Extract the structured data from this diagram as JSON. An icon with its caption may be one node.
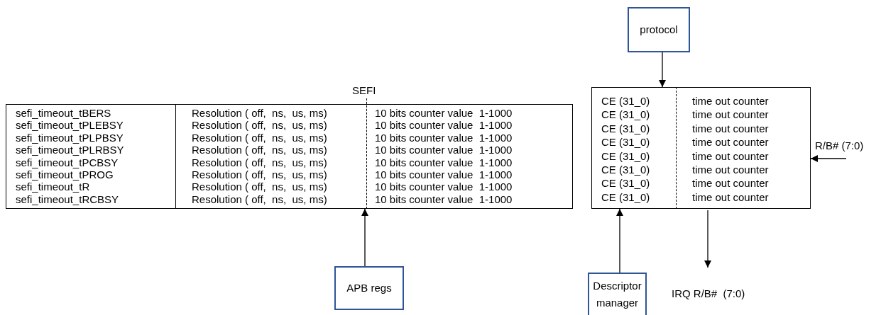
{
  "diagram": {
    "nodes": [
      {
        "text": [
          "protocol"
        ]
      },
      {
        "text": [
          "SEFI",
          "sefi_timeout_tBERS",
          "Resolution ( off,  ns,  us, ms)",
          "10 bits counter value  1-1000",
          "sefi_timeout_tPLEBSY",
          "Resolution ( off,  ns,  us, ms)",
          "10 bits counter value  1-1000",
          "sefi_timeout_tPLPBSY",
          "Resolution ( off,  ns,  us, ms)",
          "10 bits counter value  1-1000",
          "sefi_timeout_tPLRBSY",
          "Resolution ( off,  ns,  us, ms)",
          "10 bits counter value  1-1000",
          "sefi_timeout_tPCBSY",
          "Resolution ( off,  ns,  us, ms)",
          "10 bits counter value  1-1000",
          "sefi_timeout_tPROG",
          "Resolution ( off,  ns,  us, ms)",
          "10 bits counter value  1-1000",
          "sefi_timeout_tR",
          "Resolution ( off,  ns,  us, ms)",
          "10 bits counter value  1-1000",
          "sefi_timeout_tRCBSY",
          "Resolution ( off,  ns,  us, ms)",
          "10 bits counter value  1-1000"
        ]
      },
      {
        "text": [
          "CE (31_0)",
          "time out counter",
          "CE (31_0)",
          "time out counter",
          "CE (31_0)",
          "time out counter",
          "CE (31_0)",
          "time out counter",
          "CE (31_0)",
          "time out counter",
          "CE (31_0)",
          "time out counter",
          "CE (31_0)",
          "time out counter",
          "CE (31_0)",
          "time out counter"
        ]
      },
      {
        "text": [
          "R/B# (7:0)"
        ]
      },
      {
        "text": [
          "APB regs"
        ]
      },
      {
        "text": [
          "Descriptor manager"
        ]
      },
      {
        "text": [
          "IRQ R/B#  (7:0)"
        ]
      }
    ],
    "edges": [
      {
        "from": 0,
        "to": 2,
        "arrow": "to"
      },
      {
        "from": 4,
        "to": 1,
        "arrow": "to"
      },
      {
        "from": 5,
        "to": 2,
        "arrow": "to"
      },
      {
        "from": 3,
        "to": 2,
        "arrow": "to"
      },
      {
        "from": 2,
        "to": 6,
        "arrow": "to"
      }
    ]
  }
}
